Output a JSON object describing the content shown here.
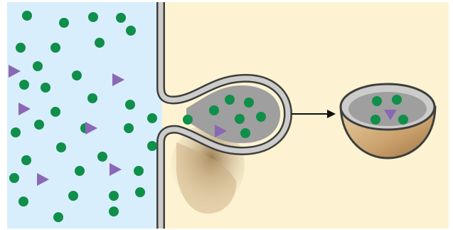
{
  "colors": {
    "background": "#ffffff",
    "extracellular": "#d8eefc",
    "cytoplasm": "#fdf3d2",
    "membrane_fill": "#ccccca",
    "membrane_edge": "#3e3e3e",
    "vesicle_outer": "#d9b98a",
    "vesicle_lumen": "#9f9f9f",
    "molecule_circle": "#0f8f4a",
    "molecule_triangle": "#8a68b4",
    "arrow": "#111111"
  },
  "icons": {
    "circle_molecule": "circle-molecule-icon",
    "triangle_molecule": "triangle-molecule-icon",
    "arrow": "right-arrow-icon"
  },
  "counts": {
    "circles_outside": 34,
    "triangles_outside": 6,
    "circles_in_budding_vesicle": 6,
    "triangles_in_budding_vesicle": 1,
    "circles_in_free_vesicle": 4,
    "triangles_in_free_vesicle": 1
  }
}
